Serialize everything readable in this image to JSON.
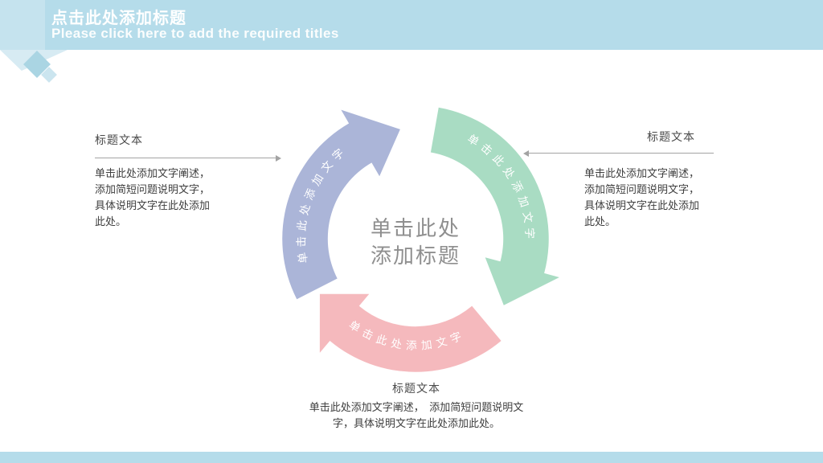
{
  "header": {
    "title": "点击此处添加标题",
    "subtitle": "Please click here to add the required titles",
    "bg_color": "#b5dcea",
    "text_color": "#ffffff"
  },
  "footer": {
    "bg_color": "#b5dcea"
  },
  "diagram": {
    "center_title_line1": "单击此处",
    "center_title_line2": "添加标题",
    "center_text_color": "#8f8f8f",
    "arrows": [
      {
        "id": "blue",
        "label": "单击此处添加文字",
        "color": "#abb5d8"
      },
      {
        "id": "green",
        "label": "单击此处添加文字",
        "color": "#a9dcc3"
      },
      {
        "id": "pink",
        "label": "单击此处添加文字",
        "color": "#f5b9bd"
      }
    ]
  },
  "annotations": {
    "left": {
      "title": "标题文本",
      "body": "单击此处添加文字阐述，添加简短问题说明文字，具体说明文字在此处添加此处。"
    },
    "right": {
      "title": "标题文本",
      "body": "单击此处添加文字阐述，添加简短问题说明文字，具体说明文字在此处添加此处。"
    },
    "bottom": {
      "title": "标题文本",
      "body": "单击此处添加文字阐述，　添加简短问题说明文字，具体说明文字在此处添加此处。"
    }
  }
}
